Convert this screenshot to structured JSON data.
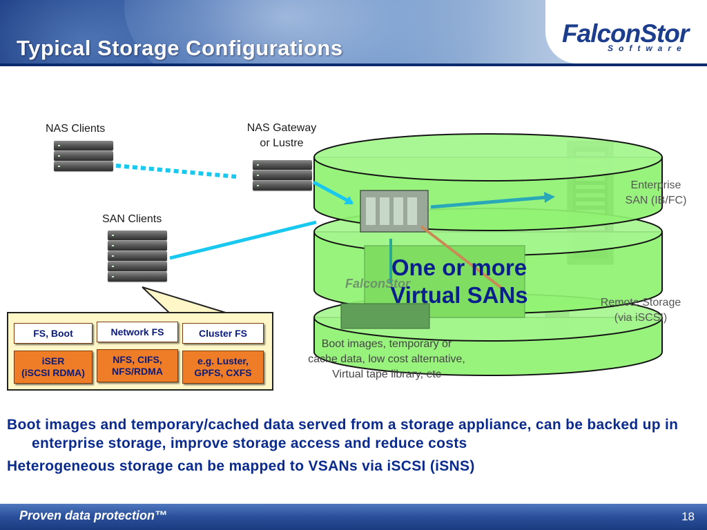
{
  "header": {
    "title": "Typical Storage Configurations",
    "logo_main": "FalconStor",
    "logo_sub": "Software"
  },
  "diagram": {
    "nas_clients": "NAS Clients",
    "nas_gateway": "NAS Gateway",
    "nas_gateway_2": "or Lustre",
    "san_clients": "SAN Clients",
    "enterprise_1": "Enterprise",
    "enterprise_2": "SAN (IB/FC)",
    "remote_1": "Remote Storage",
    "remote_2": "(via iSCSI)",
    "boot_1": "Boot images, temporary or",
    "boot_2": "cache data, low cost alternative,",
    "boot_3": "Virtual tape library, etc",
    "vsan_1": "One or more",
    "vsan_2": "Virtual SANs",
    "appliance_logo": "FalconStor"
  },
  "fs_table": {
    "headers": [
      "FS, Boot",
      "Network FS",
      "Cluster FS"
    ],
    "rows": [
      [
        "iSER",
        "NFS, CIFS,",
        "e.g. Luster,"
      ],
      [
        "(iSCSI RDMA)",
        "NFS/RDMA",
        "GPFS, CXFS"
      ]
    ]
  },
  "bullets": [
    "Boot images and temporary/cached data served from a storage appliance, can be backed up in enterprise storage, improve storage access and reduce costs",
    "Heterogeneous storage can be mapped to VSANs via iSCSI (iSNS)"
  ],
  "footer": {
    "tagline": "Proven data protection™",
    "page": "18"
  },
  "colors": {
    "title_bar": "#2a4f9a",
    "vsan_fill": "#98f57a",
    "vsan_text": "#0a1f8c",
    "link_cyan": "#19c8ee",
    "bullet_text": "#0a2a8c"
  }
}
